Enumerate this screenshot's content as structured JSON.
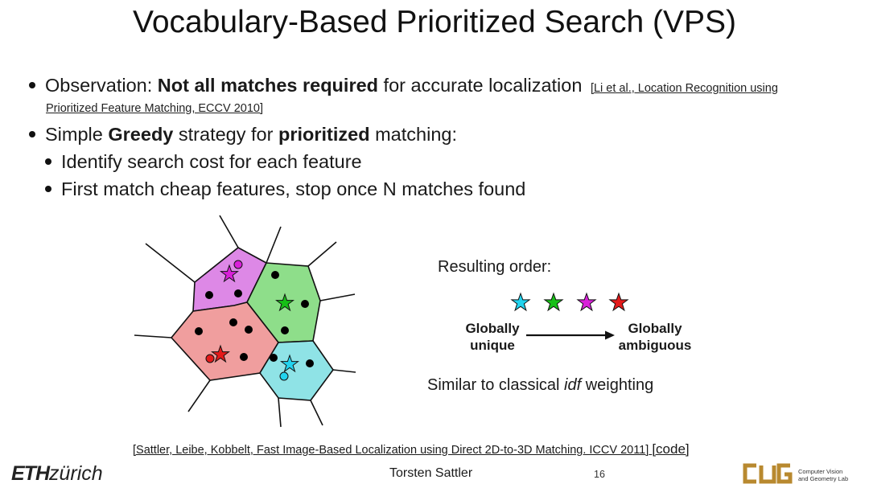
{
  "slide": {
    "title": "Vocabulary-Based Prioritized Search (VPS)",
    "bullets": {
      "b1_pre": "Observation: ",
      "b1_bold": "Not all matches required",
      "b1_post": " for accurate localization",
      "b1_ref_line1": "[Li et al., Location Recognition using",
      "b1_ref_line2": "Prioritized Feature Matching, ECCV 2010]",
      "b2_pre": "Simple ",
      "b2_bold1": "Greedy",
      "b2_mid": " strategy for ",
      "b2_bold2": "prioritized",
      "b2_post": " matching:",
      "sub1": "Identify search cost for each feature",
      "sub2": "First match cheap features, stop once N matches found"
    },
    "order": {
      "heading": "Resulting order:",
      "left_label_1": "Globally",
      "left_label_2": "unique",
      "right_label_1": "Globally",
      "right_label_2": "ambiguous",
      "star_colors": [
        "#22d3ee",
        "#16c016",
        "#d920d9",
        "#e41a1a"
      ],
      "note_pre": "Similar to classical ",
      "note_em": "idf",
      "note_post": " weighting"
    },
    "footer": {
      "reference": "[Sattler, Leibe, Kobbelt, Fast Image-Based Localization using Direct 2D-to-3D Matching. ICCV 2011]",
      "code_link": "[code]",
      "logo_eth": "ETH",
      "logo_zurich": "zürich",
      "author": "Torsten Sattler",
      "page_number": "16",
      "lab_logo": "CVG",
      "lab_name_1": "Computer Vision",
      "lab_name_2": "and Geometry Lab"
    },
    "colors": {
      "cell_magenta": "#dd88e6",
      "cell_green": "#8ede8a",
      "cell_red": "#f09e9e",
      "cell_cyan": "#8fe3e6"
    }
  }
}
